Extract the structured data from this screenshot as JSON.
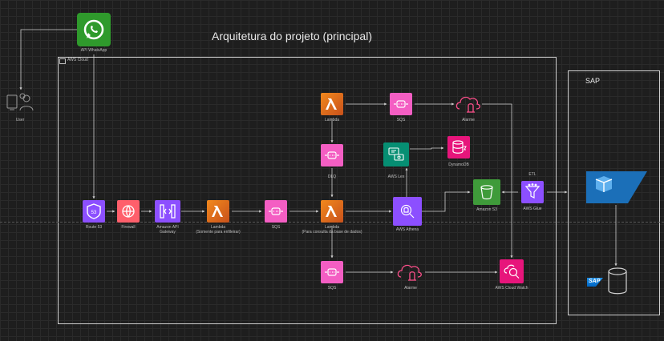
{
  "title": "Arquitetura do projeto (principal)",
  "aws_cloud_label": "AWS Cloud",
  "sap_label": "SAP",
  "sap_logo_text": "SAP",
  "nodes": {
    "whatsapp": "API WhatsApp",
    "user": "User",
    "route53": "Route 53",
    "route53_badge": "53",
    "firewall": "Firewall",
    "apigw": "Amazon API\nGateway",
    "lambda1": "Lambda",
    "lambda1_sub": "(Somente para enfileirar)",
    "sqs1": "SQS",
    "lambda_top": "Lambda",
    "sqs_top": "SQS",
    "alarm_top": "Alarme",
    "dlq": "DLQ",
    "lambda2": "Lambda",
    "lambda2_sub": "(Para consulta da base de dados)",
    "lex": "AWS Lex",
    "dynamodb": "DynamoDB",
    "athena": "AWS Athena",
    "s3": "Amazon S3",
    "glue": "AWS Glue",
    "etl": "ETL",
    "sqs_bottom": "SQS",
    "alarm_bottom": "Alarme",
    "cloudwatch": "AWS Cloud Watch"
  },
  "colors": {
    "lambda": "#e8791d",
    "sqs": "#f45ec3",
    "purple": "#8c4fff",
    "firewall": "#ff5f6b",
    "s3": "#3f9b3a",
    "lex": "#068f73",
    "whatsapp": "#25d366",
    "sap_blue": "#1b6fb8"
  }
}
